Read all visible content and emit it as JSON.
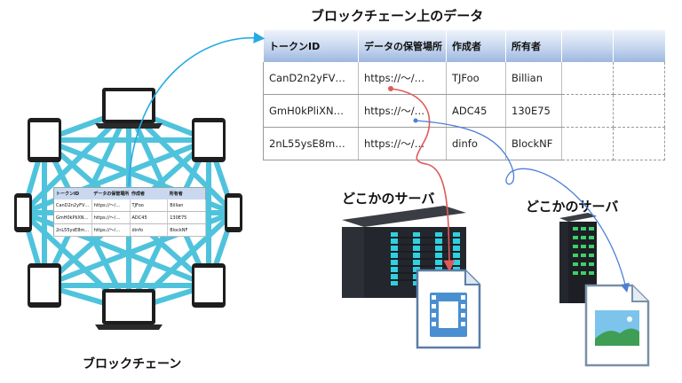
{
  "table_title": "ブロックチェーン上のデータ",
  "columns": [
    "トークンID",
    "データの保管場所",
    "作成者",
    "所有者",
    "",
    ""
  ],
  "rows": [
    [
      "CanD2n2yFV…",
      "https://〜/…",
      "TJFoo",
      "Billian"
    ],
    [
      "GmH0kPliXN…",
      "https://〜/…",
      "ADC45",
      "130E75"
    ],
    [
      "2nL55ysE8m…",
      "https://〜/…",
      "dinfo",
      "BlockNF"
    ]
  ],
  "mini_columns": [
    "トークンID",
    "データの保管場所",
    "作成者",
    "所有者"
  ],
  "mini_rows": [
    [
      "CanD2n2yFV…",
      "https://〜/…",
      "TJFoo",
      "Billian"
    ],
    [
      "GmH0kPliXN…",
      "https://〜/…",
      "ADC45",
      "130E75"
    ],
    [
      "2nL55ysE8m…",
      "https://〜/…",
      "dinfo",
      "BlockNF"
    ]
  ],
  "server_label_1": "どこかのサーバ",
  "server_label_2": "どこかのサーバ",
  "network_label": "ブロックチェーン",
  "colors": {
    "network_lines": "#4fc3dc",
    "arrow_cyan": "#29abe2",
    "arrow_red": "#e05a5a",
    "arrow_blue": "#4a7fd6",
    "header_blue": "#9db7e0",
    "server_green": "#3ecf6a",
    "file_blue": "#4a8fd0"
  },
  "icons": [
    "laptop-icon",
    "tablet-icon",
    "server-rack-icon",
    "video-file-icon",
    "image-file-icon"
  ]
}
